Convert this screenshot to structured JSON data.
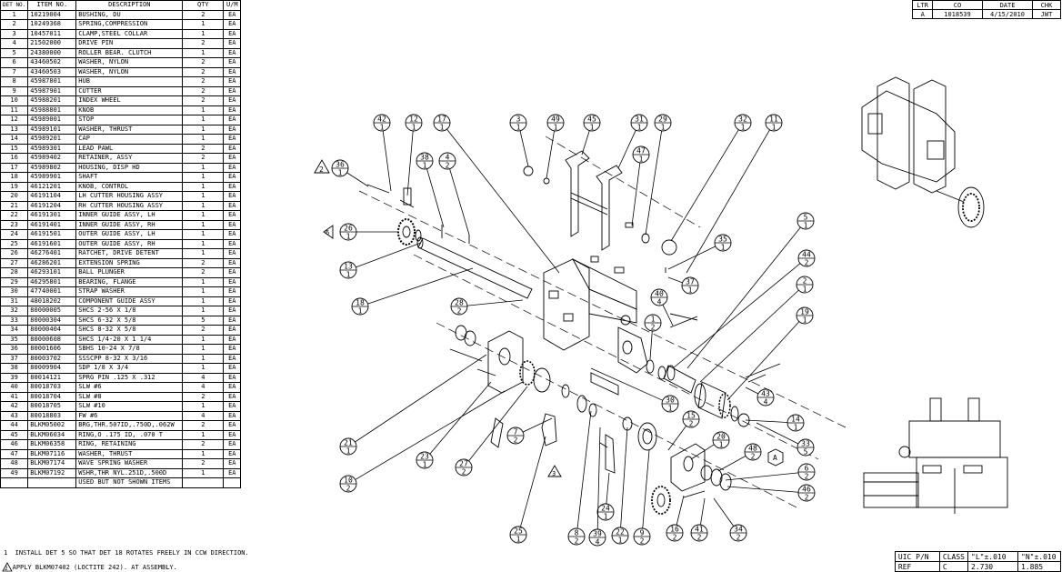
{
  "bom": {
    "headers": {
      "det": "DET NO.",
      "item": "ITEM NO.",
      "desc": "DESCRIPTION",
      "qty": "QTY",
      "um": "U/M"
    },
    "rows": [
      [
        "1",
        "10219004",
        "BUSHING, DU",
        "2",
        "EA"
      ],
      [
        "2",
        "10249368",
        "SPRING,COMPRESSION",
        "1",
        "EA"
      ],
      [
        "3",
        "10457011",
        "CLAMP,STEEL COLLAR",
        "1",
        "EA"
      ],
      [
        "4",
        "21502000",
        "DRIVE PIN",
        "2",
        "EA"
      ],
      [
        "5",
        "24380000",
        "ROLLER BEAR. CLUTCH",
        "1",
        "EA"
      ],
      [
        "6",
        "43460502",
        "WASHER, NYLON",
        "2",
        "EA"
      ],
      [
        "7",
        "43460503",
        "WASHER, NYLON",
        "2",
        "EA"
      ],
      [
        "8",
        "45987801",
        "HUB",
        "2",
        "EA"
      ],
      [
        "9",
        "45987901",
        "CUTTER",
        "2",
        "EA"
      ],
      [
        "10",
        "45988201",
        "INDEX WHEEL",
        "2",
        "EA"
      ],
      [
        "11",
        "45988801",
        "KNOB",
        "1",
        "EA"
      ],
      [
        "12",
        "45989001",
        "STOP",
        "1",
        "EA"
      ],
      [
        "13",
        "45989101",
        "WASHER, THRUST",
        "1",
        "EA"
      ],
      [
        "14",
        "45989201",
        "CAP",
        "1",
        "EA"
      ],
      [
        "15",
        "45989301",
        "LEAD PAWL",
        "2",
        "EA"
      ],
      [
        "16",
        "45989402",
        "RETAINER, ASSY",
        "2",
        "EA"
      ],
      [
        "17",
        "45989802",
        "HOUSING, DISP HD",
        "1",
        "EA"
      ],
      [
        "18",
        "45989901",
        "SHAFT",
        "1",
        "EA"
      ],
      [
        "19",
        "46121201",
        "KNOB, CONTROL",
        "1",
        "EA"
      ],
      [
        "20",
        "46191104",
        "LH CUTTER HOUSING ASSY",
        "1",
        "EA"
      ],
      [
        "21",
        "46191204",
        "RH CUTTER HOUSING ASSY",
        "1",
        "EA"
      ],
      [
        "22",
        "46191301",
        "INNER GUIDE ASSY, LH",
        "1",
        "EA"
      ],
      [
        "23",
        "46191401",
        "INNER GUIDE ASSY, RH",
        "1",
        "EA"
      ],
      [
        "24",
        "46191501",
        "OUTER GUIDE ASSY, LH",
        "1",
        "EA"
      ],
      [
        "25",
        "46191601",
        "OUTER GUIDE ASSY, RH",
        "1",
        "EA"
      ],
      [
        "26",
        "46276401",
        "RATCHET, DRIVE DETENT",
        "1",
        "EA"
      ],
      [
        "27",
        "46286201",
        "EXTENSION SPRING",
        "2",
        "EA"
      ],
      [
        "28",
        "46293101",
        "BALL PLUNGER",
        "2",
        "EA"
      ],
      [
        "29",
        "46295801",
        "BEARING, FLANGE",
        "1",
        "EA"
      ],
      [
        "30",
        "47740001",
        "STRAP WASHER",
        "1",
        "EA"
      ],
      [
        "31",
        "48018202",
        "COMPONENT GUIDE ASSY",
        "1",
        "EA"
      ],
      [
        "32",
        "80000005",
        "SHCS 2-56 X 1/8",
        "1",
        "EA"
      ],
      [
        "33",
        "80000304",
        "SHCS 6-32 X 5/8",
        "5",
        "EA"
      ],
      [
        "34",
        "80000404",
        "SHCS 8-32 X 5/8",
        "2",
        "EA"
      ],
      [
        "35",
        "80000608",
        "SHCS 1/4-20 X 1 1/4",
        "1",
        "EA"
      ],
      [
        "36",
        "80001606",
        "SBHS 10-24 X 7/8",
        "1",
        "EA"
      ],
      [
        "37",
        "80003702",
        "SSSCPP 8-32 X 3/16",
        "1",
        "EA"
      ],
      [
        "38",
        "80009904",
        "SDP 1/8 X 3/4",
        "1",
        "EA"
      ],
      [
        "39",
        "80014121",
        "SPRG PIN .125 X .312",
        "4",
        "EA"
      ],
      [
        "40",
        "80018703",
        "SLW #6",
        "4",
        "EA"
      ],
      [
        "41",
        "80018704",
        "SLW #8",
        "2",
        "EA"
      ],
      [
        "42",
        "80018705",
        "SLW #10",
        "1",
        "EA"
      ],
      [
        "43",
        "80018803",
        "FW #6",
        "4",
        "EA"
      ],
      [
        "44",
        "BLKM05002",
        "BRG,THR.507ID,.750D,.062W",
        "2",
        "EA"
      ],
      [
        "45",
        "BLKM06034",
        "RING,O .175 ID, .070 T",
        "1",
        "EA"
      ],
      [
        "46",
        "BLKM06358",
        "RING, RETAINING",
        "2",
        "EA"
      ],
      [
        "47",
        "BLKM07116",
        "WASHER, THRUST",
        "1",
        "EA"
      ],
      [
        "48",
        "BLKM07174",
        "WAVE SPRING WASHER",
        "2",
        "EA"
      ],
      [
        "49",
        "BLKM07192",
        "WSHR,THR NYL.251D,.500D",
        "1",
        "EA"
      ],
      [
        "",
        "",
        "USED BUT NOT SHOWN ITEMS",
        "",
        ""
      ]
    ]
  },
  "notes": {
    "note1_num": "1",
    "note1": "INSTALL DET 5 SO THAT DET 18 ROTATES FREELY IN CCW DIRECTION.",
    "note2_num": "2",
    "note2": "APPLY BLKM07402 (LOCTITE 242). AT ASSEMBLY."
  },
  "revision": {
    "headers": [
      "LTR",
      "CO",
      "DATE",
      "CHK"
    ],
    "row": [
      "A",
      "1018539",
      "4/15/2010",
      "JWT"
    ]
  },
  "class_table": {
    "headers": [
      "UIC P/N",
      "CLASS",
      "\"L\"±.010",
      "\"N\"±.010"
    ],
    "rows": [
      [
        "REF",
        "C",
        "2.730",
        "1.885"
      ]
    ]
  },
  "bubbles": [
    {
      "n": "42",
      "q": "1"
    },
    {
      "n": "12",
      "q": "1"
    },
    {
      "n": "17",
      "q": "1"
    },
    {
      "n": "3",
      "q": "1"
    },
    {
      "n": "49",
      "q": "1"
    },
    {
      "n": "45",
      "q": "1"
    },
    {
      "n": "31",
      "q": "1"
    },
    {
      "n": "29",
      "q": "1"
    },
    {
      "n": "32",
      "q": "1"
    },
    {
      "n": "11",
      "q": "1"
    },
    {
      "n": "36",
      "q": "1"
    },
    {
      "n": "38",
      "q": "1"
    },
    {
      "n": "4",
      "q": "2"
    },
    {
      "n": "47",
      "q": "1"
    },
    {
      "n": "26",
      "q": "1"
    },
    {
      "n": "35",
      "q": "1"
    },
    {
      "n": "5",
      "q": "1"
    },
    {
      "n": "44",
      "q": "2"
    },
    {
      "n": "13",
      "q": "1"
    },
    {
      "n": "37",
      "q": "1"
    },
    {
      "n": "18",
      "q": "1"
    },
    {
      "n": "2",
      "q": "1"
    },
    {
      "n": "28",
      "q": "2"
    },
    {
      "n": "40",
      "q": "4"
    },
    {
      "n": "1",
      "q": "2"
    },
    {
      "n": "19",
      "q": "1"
    },
    {
      "n": "43",
      "q": "4"
    },
    {
      "n": "30",
      "q": "1"
    },
    {
      "n": "14",
      "q": "1"
    },
    {
      "n": "15",
      "q": "2"
    },
    {
      "n": "20",
      "q": "1"
    },
    {
      "n": "33",
      "q": "5"
    },
    {
      "n": "7",
      "q": "2"
    },
    {
      "n": "48",
      "q": "2"
    },
    {
      "n": "21",
      "q": "1"
    },
    {
      "n": "23",
      "q": "1"
    },
    {
      "n": "27",
      "q": "2"
    },
    {
      "n": "6",
      "q": "2"
    },
    {
      "n": "10",
      "q": "2"
    },
    {
      "n": "46",
      "q": "2"
    },
    {
      "n": "24",
      "q": "1"
    },
    {
      "n": "25",
      "q": "1"
    },
    {
      "n": "8",
      "q": "2"
    },
    {
      "n": "39",
      "q": "4"
    },
    {
      "n": "22",
      "q": "1"
    },
    {
      "n": "9",
      "q": "2"
    },
    {
      "n": "16",
      "q": "2"
    },
    {
      "n": "41",
      "q": "2"
    },
    {
      "n": "34",
      "q": "2"
    }
  ],
  "flags": {
    "note2_flag_a": "2",
    "note2_flag_b": "2",
    "note1_flag": "6",
    "note3_flag": "3",
    "view_a": "A"
  }
}
